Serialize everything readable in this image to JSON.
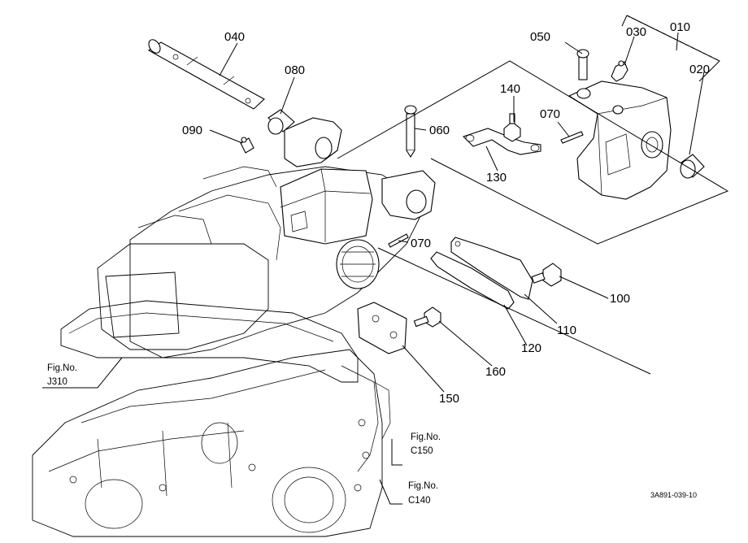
{
  "diagram": {
    "parts": [
      {
        "id": "p010",
        "label": "010"
      },
      {
        "id": "p020",
        "label": "020"
      },
      {
        "id": "p030",
        "label": "030"
      },
      {
        "id": "p040",
        "label": "040"
      },
      {
        "id": "p050",
        "label": "050"
      },
      {
        "id": "p060",
        "label": "060"
      },
      {
        "id": "p070a",
        "label": "070"
      },
      {
        "id": "p070b",
        "label": "070"
      },
      {
        "id": "p080",
        "label": "080"
      },
      {
        "id": "p090",
        "label": "090"
      },
      {
        "id": "p100",
        "label": "100"
      },
      {
        "id": "p110",
        "label": "110"
      },
      {
        "id": "p120",
        "label": "120"
      },
      {
        "id": "p130",
        "label": "130"
      },
      {
        "id": "p140",
        "label": "140"
      },
      {
        "id": "p150",
        "label": "150"
      },
      {
        "id": "p160",
        "label": "160"
      }
    ],
    "figure_refs": [
      {
        "id": "j310",
        "title": "Fig.No.",
        "code": "J310"
      },
      {
        "id": "c150",
        "title": "Fig.No.",
        "code": "C150"
      },
      {
        "id": "c140",
        "title": "Fig.No.",
        "code": "C140"
      }
    ],
    "drawing_code": "3A891-039-10"
  }
}
